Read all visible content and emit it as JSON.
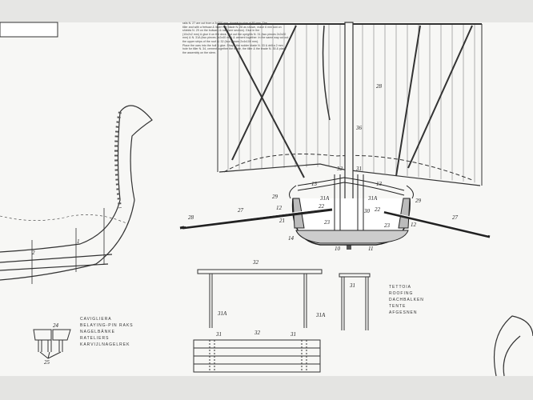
{
  "instructions": {
    "lines": [
      "rails N. 27 are cut from a 3x300 mm. dowels to size of 80 mm. The",
      "tiller and with a fretsaw & insert the blade N. 28 as shown, make 6 mm slot on",
      "shields N. 29 on the bulwark & rail. (see section). Glue in the",
      "(10x2x2 mm) & glue it on the deck. Cut out the uprights N. 31 (two pieces 2x2x20",
      "mm) & N. 31A (two pieces 2x2x40 mm) & cement together. In the same way cut out",
      "the upper strips of the roof N. 32 (four pieces 2x4x100 mm).",
      "Place the oars into the hull & glue. Shape the rudder blade N. 33 & drill a 2 mm",
      "hole for tiller N. 34, cement together the blade, the tiller & the tirade N. 35 & place",
      "the assembly on the stern."
    ]
  },
  "section_labels": [
    "28",
    "36",
    "32",
    "31",
    "13",
    "13",
    "31A",
    "31A",
    "29",
    "29",
    "12",
    "12",
    "22",
    "22",
    "27",
    "27",
    "28",
    "21",
    "23",
    "23",
    "14",
    "30",
    "10",
    "11"
  ],
  "hull_labels": [
    "1",
    "2"
  ],
  "roof_labels": [
    "32",
    "31A",
    "31A",
    "31",
    "31",
    "32",
    "31"
  ],
  "pin_labels": [
    "24",
    "25"
  ],
  "belaying_legend": [
    "CAVIGLIERA",
    "BELAYING-PIN RAKS",
    "NAGELBÄNKE",
    "RATELIERS",
    "KARVIJLNAGELREK"
  ],
  "roof_legend": [
    "TETTOIA",
    "ROOFING",
    "DACHBALKEN",
    "TENTE",
    "AFGESNEN"
  ]
}
